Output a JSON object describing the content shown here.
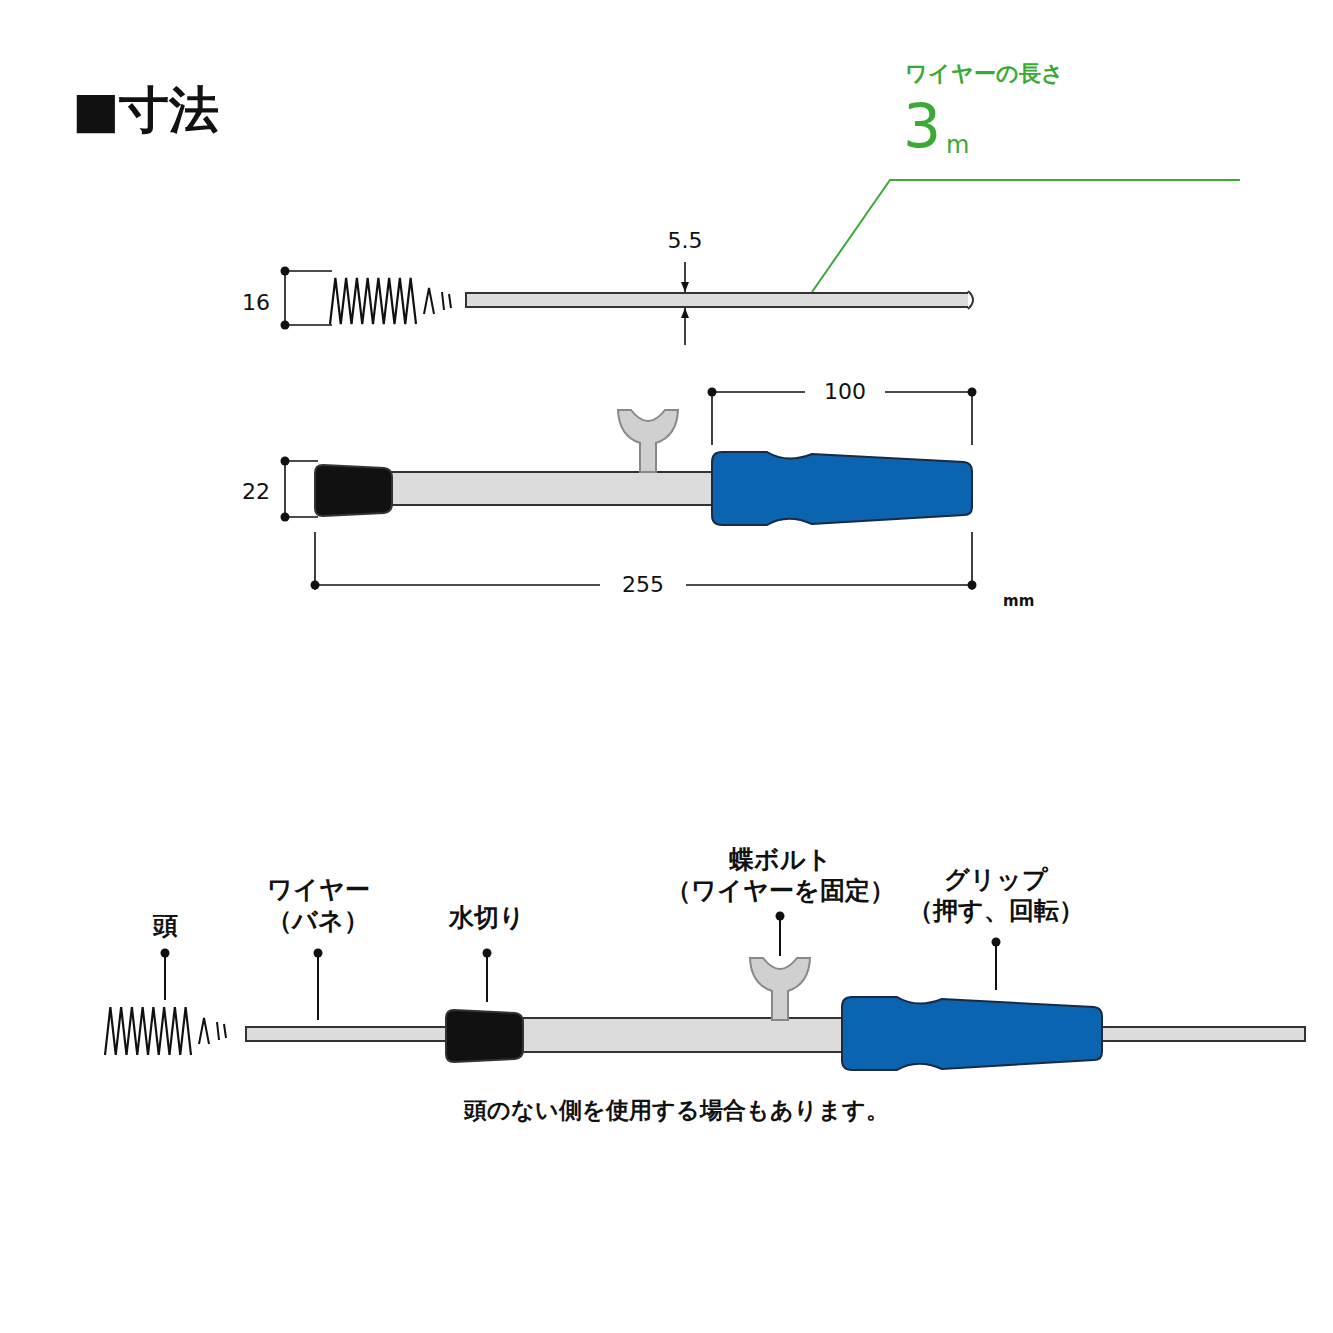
{
  "diagram": {
    "title": "■寸法",
    "caption": "頭のない側を使用する場合もあります。",
    "labels": [
      "ワイヤーの長さ",
      "3",
      "m",
      "5.5",
      "16",
      "100",
      "22",
      "255",
      "mm",
      "頭",
      "ワイヤー （バネ）",
      "水切り",
      "蝶ボルト （ワイヤーを固定）",
      "グリップ （押す、回転）"
    ]
  }
}
